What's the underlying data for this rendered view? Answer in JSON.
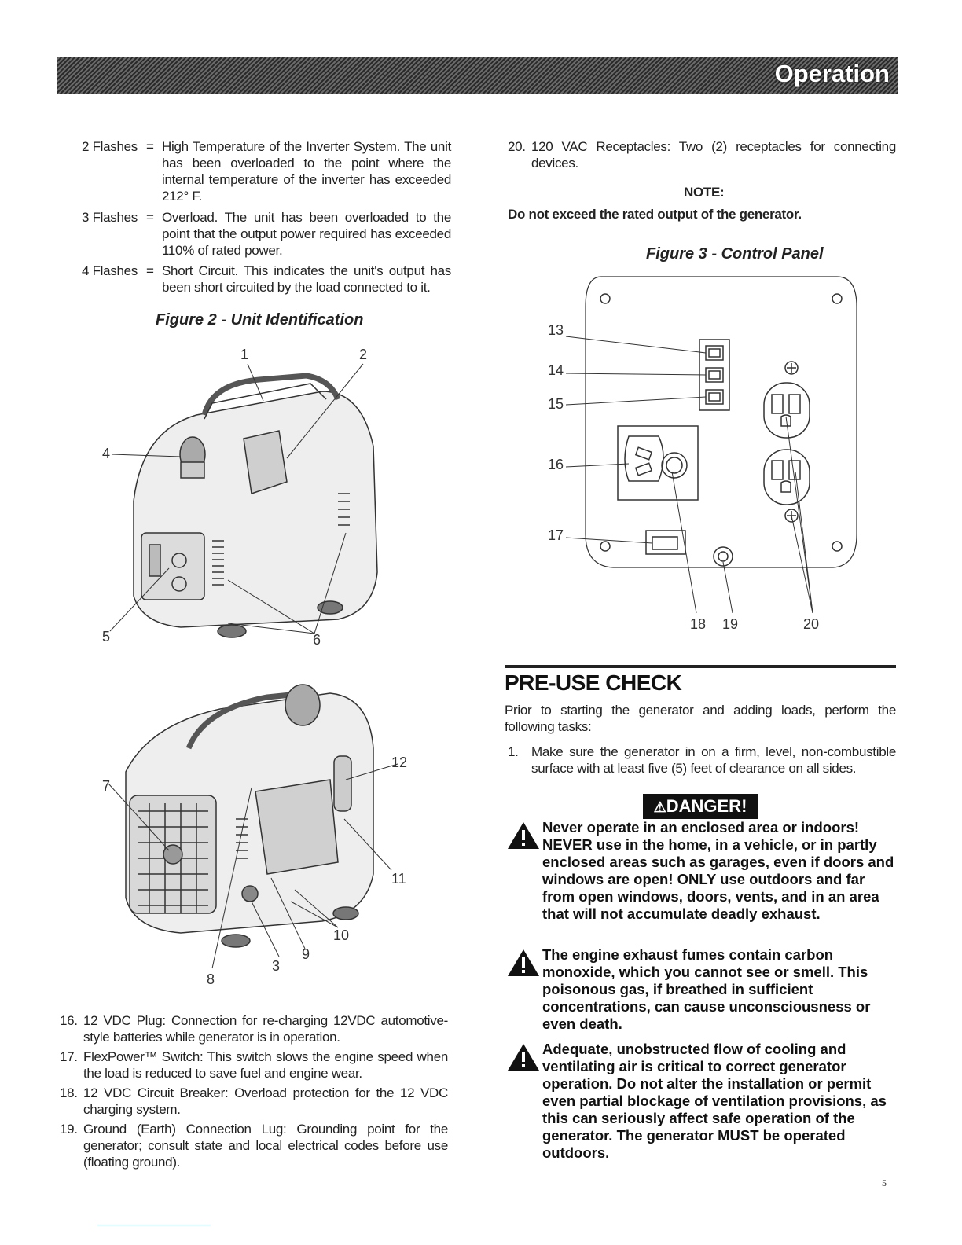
{
  "header": {
    "title": "Operation"
  },
  "flashes": [
    {
      "key": "2 Flashes",
      "eq": "=",
      "text": "High Temperature of the Inverter System. The unit has been overloaded to the point where the internal temperature of the inverter has exceeded 212° F."
    },
    {
      "key": "3 Flashes",
      "eq": "=",
      "text": "Overload. The unit has been overloaded to the point that the output power required has exceeded 110% of rated power."
    },
    {
      "key": "4 Flashes",
      "eq": "=",
      "text": "Short Circuit. This indicates the unit's output has been short circuited by the load connected to it."
    }
  ],
  "figure2": {
    "title": "Figure 2 - Unit Identification",
    "callouts_top": [
      "1",
      "2",
      "4",
      "5",
      "6"
    ],
    "callouts_bottom": [
      "7",
      "12",
      "11",
      "10",
      "9",
      "3",
      "8"
    ]
  },
  "list_left": [
    {
      "num": "16.",
      "text": "12 VDC Plug: Connection for re-charging 12VDC automotive-style batteries while generator is in operation."
    },
    {
      "num": "17.",
      "text": "FlexPower™ Switch: This switch slows the engine speed when the load is reduced to save fuel and engine wear."
    },
    {
      "num": "18.",
      "text": "12 VDC Circuit Breaker: Overload protection for the 12 VDC charging system."
    },
    {
      "num": "19.",
      "text": "Ground (Earth) Connection Lug: Grounding point for the generator; consult state and local electrical codes before use (floating ground)."
    }
  ],
  "item20": {
    "num": "20.",
    "text": "120 VAC Receptacles: Two (2) receptacles for connecting devices."
  },
  "note": {
    "label": "NOTE:",
    "text": "Do not exceed the rated output of the generator."
  },
  "figure3": {
    "title": "Figure 3 - Control Panel",
    "callouts": [
      "13",
      "14",
      "15",
      "16",
      "17",
      "18",
      "19",
      "20"
    ]
  },
  "preuse": {
    "title": "PRE-USE CHECK",
    "intro": "Prior to starting the generator and adding loads, perform the following tasks:",
    "step_num": "1.",
    "step_text": "Make sure the generator in on a firm, level, non-combustible surface with at least five (5) feet of clearance on all sides."
  },
  "danger": {
    "label": "DANGER!",
    "warnings": [
      "Never operate in an enclosed area or indoors! NEVER use in the home, in a vehicle, or in partly enclosed areas such as garages, even if doors and windows are open! ONLY use outdoors and far from open windows, doors, vents, and in an area that will not accumulate deadly exhaust.",
      "The engine exhaust fumes contain carbon monoxide, which you cannot see or smell. This poisonous gas, if breathed in sufficient concentrations, can cause unconsciousness or even death.",
      "Adequate, unobstructed flow of cooling and ventilating air is critical to correct generator operation. Do not alter the installation or permit even partial blockage of ventilation provisions, as this can seriously affect safe operation of the generator. The generator MUST be operated outdoors."
    ]
  },
  "page_number": "5"
}
